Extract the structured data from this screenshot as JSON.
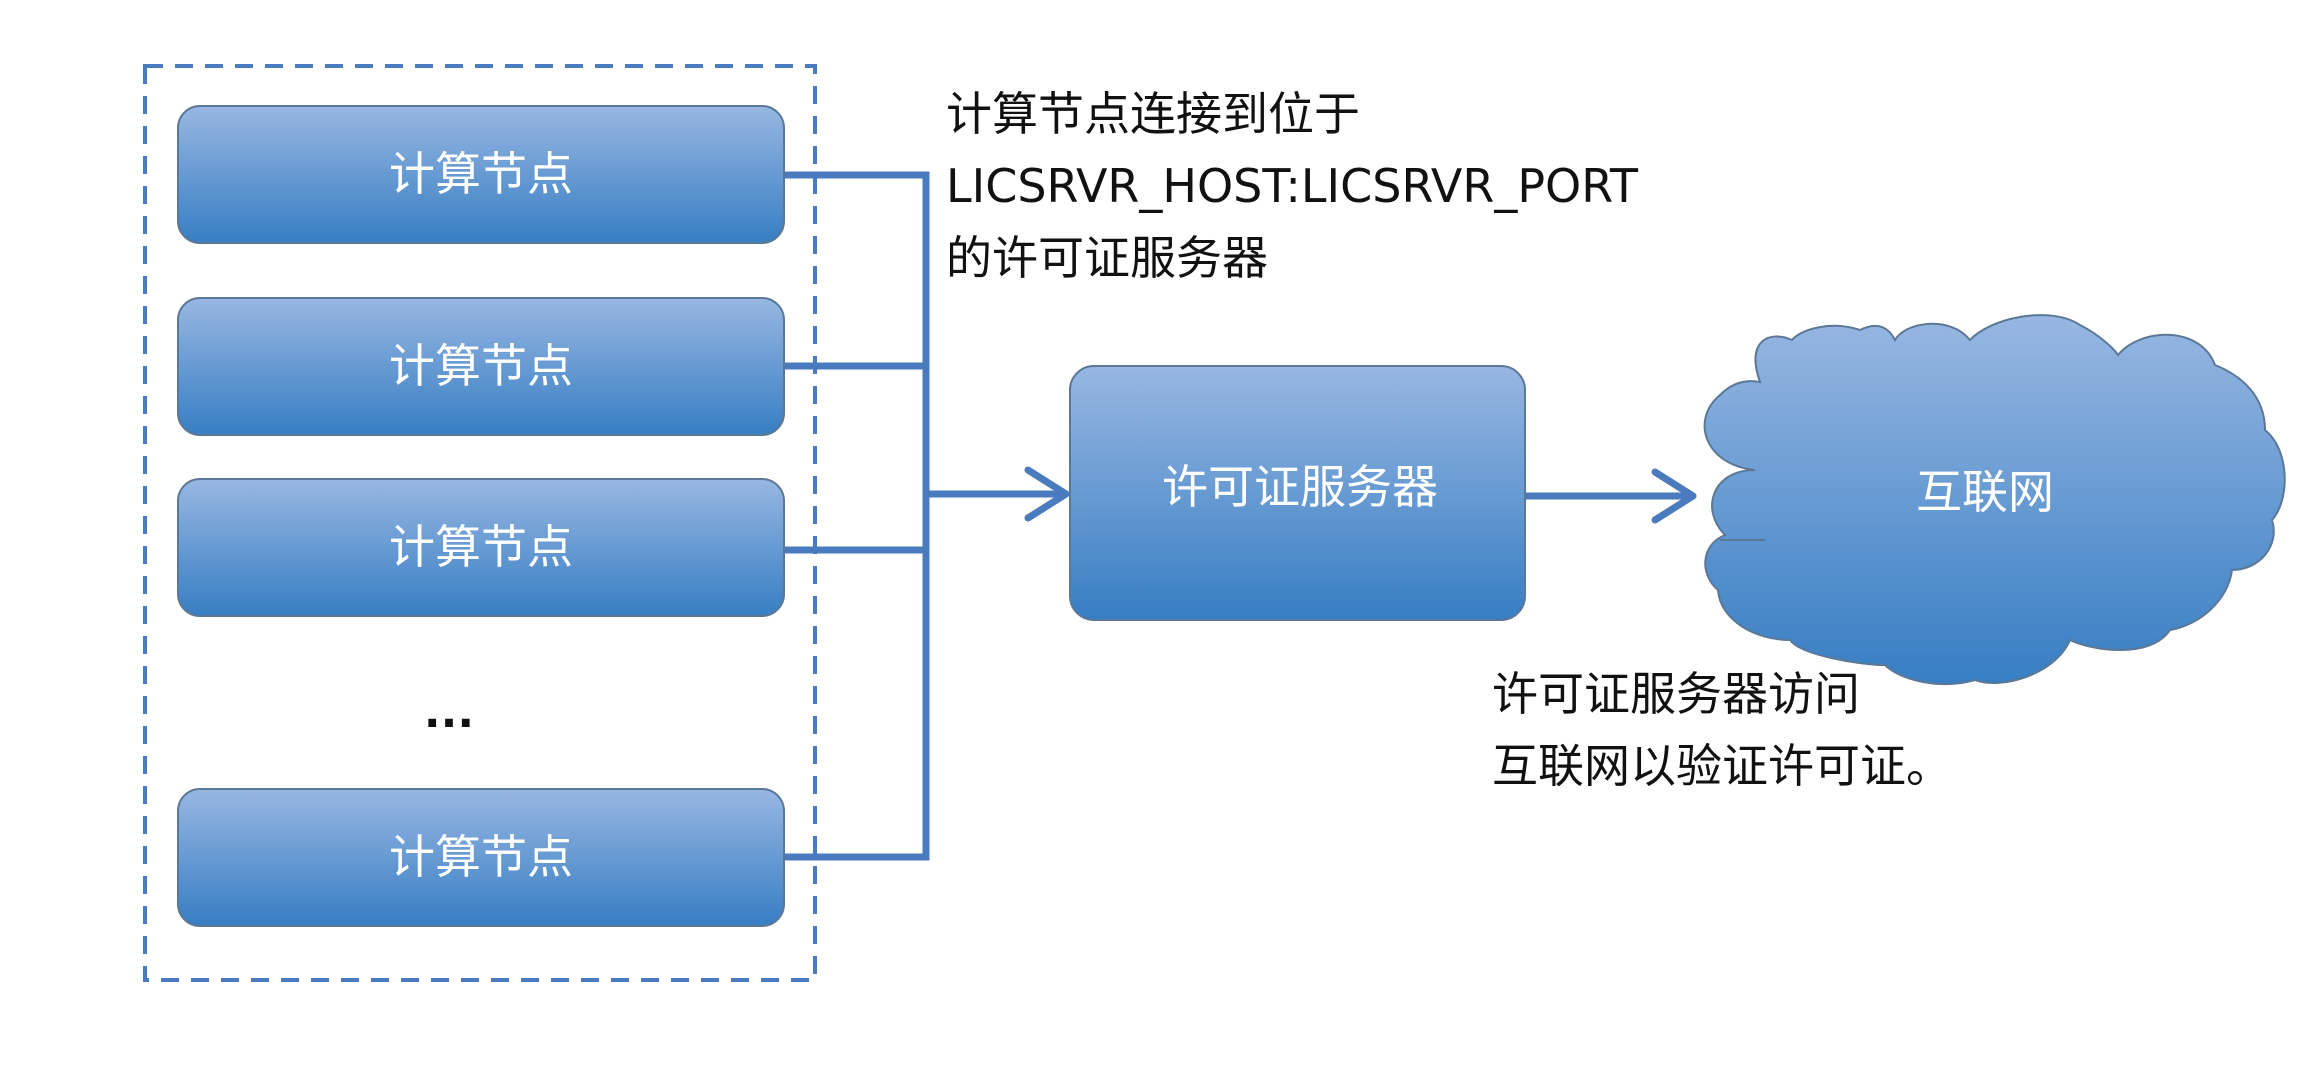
{
  "colors": {
    "connector": "#4a7bbf",
    "box_fill_top": "#98b7e2",
    "box_fill_bottom": "#377ec3",
    "box_stroke": "#5b7896",
    "group_border": "#4a7bbf",
    "note_text": "#111111"
  },
  "compute_group": {
    "nodes": [
      {
        "label": "计算节点"
      },
      {
        "label": "计算节点"
      },
      {
        "label": "计算节点"
      },
      {
        "label": "计算节点"
      }
    ],
    "ellipsis": "..."
  },
  "license_server": {
    "label": "许可证服务器"
  },
  "internet": {
    "label": "互联网",
    "icon": "cloud-icon"
  },
  "notes": {
    "compute_connection": [
      "计算节点连接到位于",
      "LICSRVR_HOST:LICSRVR_PORT",
      "的许可证服务器"
    ],
    "server_internet": [
      "许可证服务器访问",
      "互联网以验证许可证。"
    ]
  }
}
